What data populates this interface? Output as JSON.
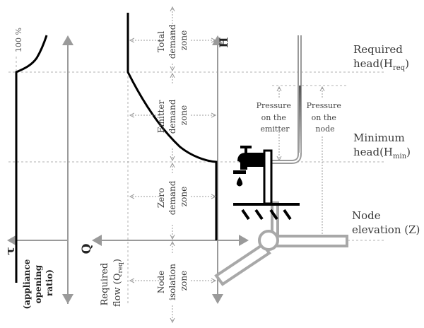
{
  "diagram": {
    "tau_axis": {
      "symbol": "τ",
      "label_lines": [
        "(appliance",
        "opening",
        "ratio)"
      ],
      "max_label": "100 %"
    },
    "q_axis": {
      "symbol": "Q",
      "label_line1": "Required",
      "label_line2_prefix": "flow (Q",
      "label_line2_sub": "req",
      "label_line2_suffix": ")"
    },
    "h_axis": {
      "symbol": "H"
    },
    "zones": [
      {
        "lines": [
          "Total",
          "demand",
          "zone"
        ]
      },
      {
        "lines": [
          "Emitter",
          "demand",
          "zone"
        ]
      },
      {
        "lines": [
          "Zero",
          "demand",
          "zone"
        ]
      },
      {
        "lines": [
          "Node",
          "isolation",
          "zone"
        ]
      }
    ],
    "levels": {
      "required_head": {
        "line1": "Required",
        "line2_prefix": "head(H",
        "line2_sub": "req",
        "line2_suffix": ")"
      },
      "minimum_head": {
        "line1": "Minimum",
        "line2_prefix": "head(H",
        "line2_sub": "min",
        "line2_suffix": ")"
      },
      "node_elevation": {
        "line1": "Node",
        "line2": "elevation (Z)"
      }
    },
    "pressure_labels": {
      "emitter": [
        "Pressure",
        "on the",
        "emitter"
      ],
      "node": [
        "Pressure",
        "on the",
        "node"
      ]
    },
    "icons": [
      "faucet-icon",
      "water-drop-icon",
      "ground-icon",
      "pipe-junction-icon",
      "piezometer-tube-icon"
    ]
  }
}
